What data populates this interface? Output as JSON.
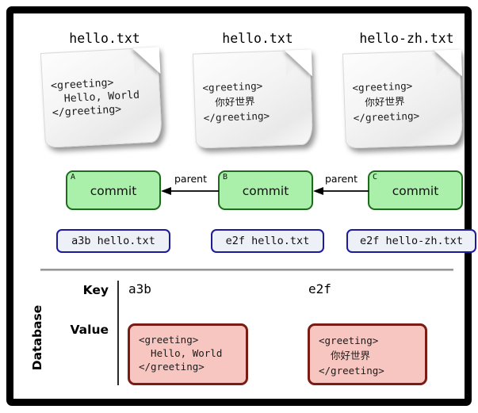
{
  "diagram": {
    "title_row": [
      {
        "name": "hello.txt"
      },
      {
        "name": "hello.txt"
      },
      {
        "name": "hello-zh.txt"
      }
    ],
    "documents": [
      {
        "filename": "hello.txt",
        "content": "<greeting>\n  Hello, World\n</greeting>",
        "script": "latin"
      },
      {
        "filename": "hello.txt",
        "content": "<greeting>\n  你好世界\n</greeting>",
        "script": "cjk"
      },
      {
        "filename": "hello-zh.txt",
        "content": "<greeting>\n  你好世界\n</greeting>",
        "script": "cjk"
      }
    ],
    "commits": [
      {
        "corner": "A",
        "label": "commit"
      },
      {
        "corner": "B",
        "label": "commit"
      },
      {
        "corner": "C",
        "label": "commit"
      }
    ],
    "arrows": [
      {
        "label": "parent",
        "from": "B",
        "to": "A"
      },
      {
        "label": "parent",
        "from": "C",
        "to": "B"
      }
    ],
    "trees": [
      {
        "text": "a3b hello.txt"
      },
      {
        "text": "e2f hello.txt"
      },
      {
        "text": "e2f hello-zh.txt"
      }
    ],
    "database": {
      "section_label": "Database",
      "row_labels": {
        "key": "Key",
        "value": "Value"
      },
      "entries": [
        {
          "key": "a3b",
          "value": "<greeting>\n  Hello, World\n</greeting>",
          "script": "latin"
        },
        {
          "key": "e2f",
          "value": "<greeting>\n  你好世界\n</greeting>",
          "script": "cjk"
        }
      ]
    },
    "colors": {
      "frame_border": "#000000",
      "commit_fill": "#aaf0aa",
      "commit_border": "#1d6b1d",
      "tree_fill": "#eef0f7",
      "tree_border": "#1b1b9c",
      "blob_fill": "#f7c6c0",
      "blob_border": "#7a1c14",
      "divider": "#8a8a8a"
    }
  }
}
